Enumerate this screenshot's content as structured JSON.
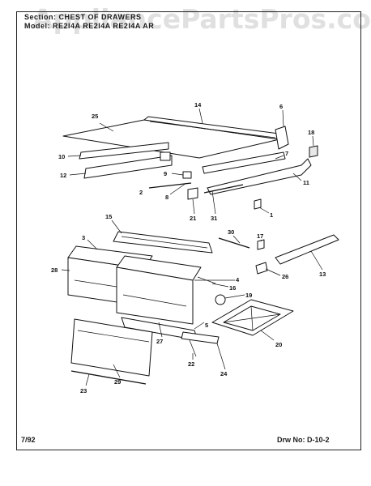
{
  "header": {
    "section_prefix": "Section:",
    "section_title": "CHEST OF DRAWERS",
    "model_prefix": "Model:",
    "model_value": "RE2I4A RE2I4A RE2I4A AR"
  },
  "watermark": "AppliancePartsPros.com",
  "footer": {
    "date": "7/92",
    "drawing_label": "Drw No:",
    "drawing_number": "D-10-2"
  },
  "callouts": [
    {
      "id": "c25",
      "text": "25"
    },
    {
      "id": "c14",
      "text": "14"
    },
    {
      "id": "c6",
      "text": "6"
    },
    {
      "id": "c18",
      "text": "18"
    },
    {
      "id": "c10",
      "text": "10"
    },
    {
      "id": "c7",
      "text": "7"
    },
    {
      "id": "c12",
      "text": "12"
    },
    {
      "id": "c9",
      "text": "9"
    },
    {
      "id": "c11",
      "text": "11"
    },
    {
      "id": "c2",
      "text": "2"
    },
    {
      "id": "c8",
      "text": "8"
    },
    {
      "id": "c21",
      "text": "21"
    },
    {
      "id": "c31",
      "text": "31"
    },
    {
      "id": "c1",
      "text": "1"
    },
    {
      "id": "c15",
      "text": "15"
    },
    {
      "id": "c30",
      "text": "30"
    },
    {
      "id": "c3",
      "text": "3"
    },
    {
      "id": "c17",
      "text": "17"
    },
    {
      "id": "c28",
      "text": "28"
    },
    {
      "id": "c13",
      "text": "13"
    },
    {
      "id": "c26",
      "text": "26"
    },
    {
      "id": "c4",
      "text": "4"
    },
    {
      "id": "c16",
      "text": "16"
    },
    {
      "id": "c19",
      "text": "19"
    },
    {
      "id": "c5",
      "text": "5"
    },
    {
      "id": "c27",
      "text": "27"
    },
    {
      "id": "c20",
      "text": "20"
    },
    {
      "id": "c22",
      "text": "22"
    },
    {
      "id": "c23",
      "text": "23"
    },
    {
      "id": "c24",
      "text": "24"
    },
    {
      "id": "c29",
      "text": "29"
    }
  ]
}
